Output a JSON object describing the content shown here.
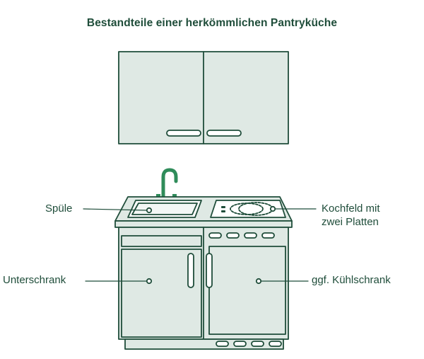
{
  "title": "Bestandteile einer herkömmlichen Pantryküche",
  "labels": {
    "sink": "Spüle",
    "hob_line1": "Kochfeld mit",
    "hob_line2": "zwei Platten",
    "under_cabinet": "Unterschrank",
    "fridge": "ggf. Kühlschrank"
  },
  "colors": {
    "outline": "#1f4d3a",
    "fill": "#dfe9e4",
    "fill_light": "#f3f7f5",
    "faucet": "#2f8c5a"
  }
}
